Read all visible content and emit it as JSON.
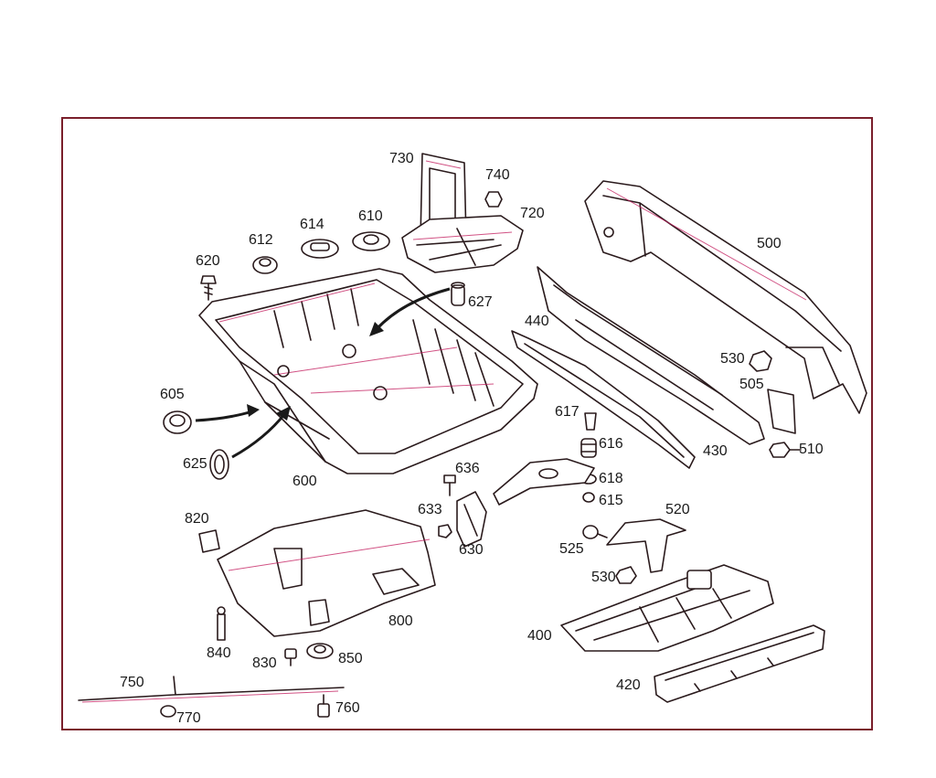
{
  "colors": {
    "frame": "#7a1f2b",
    "line": "#2a1a1c",
    "highlight": "#c2185b"
  },
  "labels": {
    "p730": "730",
    "p740": "740",
    "p720": "720",
    "p610": "610",
    "p614": "614",
    "p612": "612",
    "p620": "620",
    "p627": "627",
    "p500": "500",
    "p440": "440",
    "p605": "605",
    "p625": "625",
    "p600": "600",
    "p617": "617",
    "p616": "616",
    "p636": "636",
    "p618": "618",
    "p615": "615",
    "p530a": "530",
    "p505": "505",
    "p510": "510",
    "p430": "430",
    "p633": "633",
    "p630": "630",
    "p820": "820",
    "p520": "520",
    "p525": "525",
    "p530b": "530",
    "p800": "800",
    "p400": "400",
    "p840": "840",
    "p830": "830",
    "p850": "850",
    "p750": "750",
    "p760": "760",
    "p770": "770",
    "p420": "420"
  }
}
